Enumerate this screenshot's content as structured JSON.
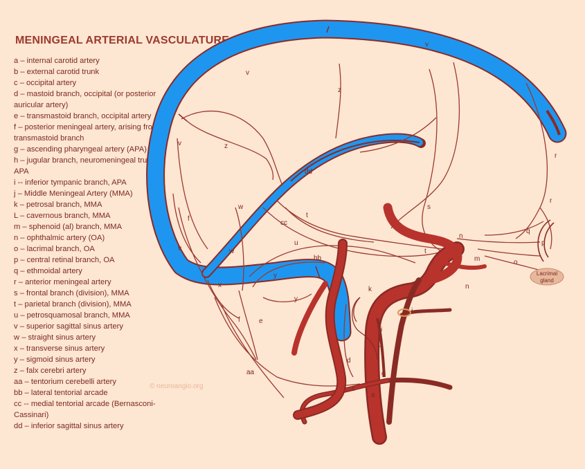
{
  "title": "MENINGEAL ARTERIAL VASCULATURE",
  "legend": [
    "a – internal carotid artery",
    "b – external carotid trunk",
    "c – occipital artery",
    "d – mastoid branch, occipital (or posterior auricular artery)",
    "e – transmastoid branch, occipital artery",
    "f – posterior meningeal artery, arising from transmastoid branch",
    "g – ascending pharyngeal artery (APA)",
    "h – jugular branch, neuromeningeal trunk, APA",
    "i -- inferior tympanic branch, APA",
    "j –  Middle Meningeal Artery (MMA)",
    "k – petrosal branch, MMA",
    "L – cavernous branch, MMA",
    "m – sphenoid (al) branch, MMA",
    "n – ophthalmic artery (OA)",
    "o – lacrimal branch, OA",
    "p – central retinal branch, OA",
    "q – ethmoidal  artery",
    "r – anterior meningeal artery",
    "s – frontal branch (division), MMA",
    "t – parietal branch (division), MMA",
    "u – petrosquamosal branch, MMA",
    "v – superior sagittal sinus artery",
    "w – straight sinus artery",
    "x – transverse sinus artery",
    "y – sigmoid sinus artery",
    "z – falx cerebri artery",
    "aa – tentorium cerebelli artery",
    "bb – lateral tentorial arcade",
    "cc  -- medial tentorial arcade (Bernasconi-Cassinari)",
    "dd – inferior sagittal sinus artery"
  ],
  "labels": {
    "v1": "v",
    "v2": "v",
    "v3": "v",
    "v4": "v",
    "z1": "z",
    "z2": "z",
    "dd": "dd",
    "r1": "r",
    "r2": "r",
    "w1": "w",
    "w2": "w",
    "f1": "f",
    "f2": "f",
    "s": "s",
    "t1": "t",
    "t2": "t",
    "cc": "cc",
    "u": "u",
    "bb": "bb",
    "n1": "n",
    "n2": "n",
    "m": "m",
    "o": "o",
    "p": "p",
    "q": "q",
    "x": "x",
    "y1": "y",
    "y2": "y",
    "k": "k",
    "L": "L",
    "j": "j",
    "i": "i",
    "h": "h",
    "e": "e",
    "d": "d",
    "g": "g",
    "c": "c",
    "a": "a",
    "b": "b",
    "aa": "aa"
  },
  "lacrimal_gland": [
    "Lacrimal",
    "gland"
  ],
  "watermark": "© neuroangio.org",
  "colors": {
    "background": "#fde6d2",
    "sinus_fill": "#1e96f0",
    "sinus_outline": "#8a2a24",
    "artery_dark": "#8a2a24",
    "artery_red": "#b8332c",
    "text": "#7a2a22",
    "title": "#9b3a2e",
    "gland": "#e8b89c"
  }
}
